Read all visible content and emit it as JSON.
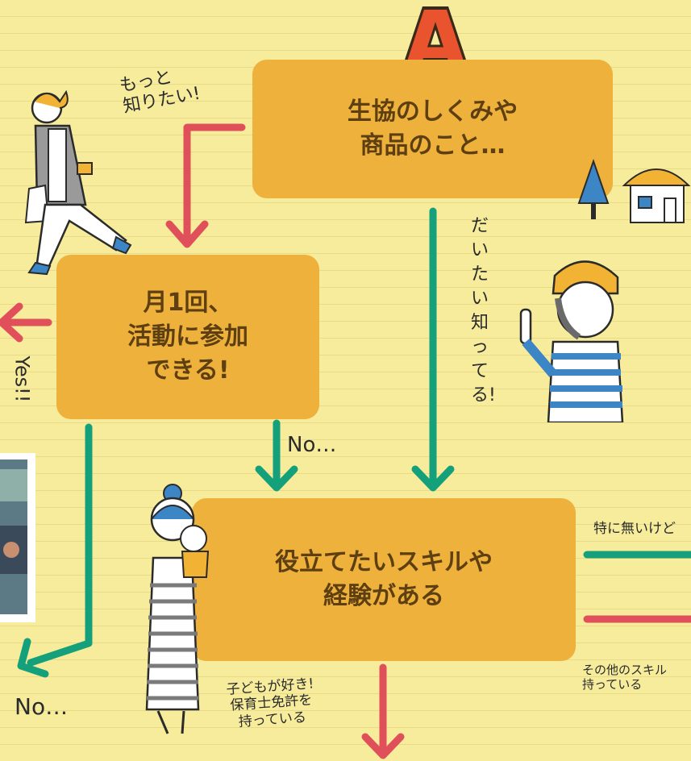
{
  "badge": "A",
  "boxes": {
    "top": "生協のしくみや\n商品のこと…",
    "middle": "月1回、\n活動に参加\nできる!",
    "bottom": "役立てたいスキルや\n経験がある"
  },
  "notes": {
    "want_to_know": "もっと\n知りたい!",
    "know_mostly": "だいたい知ってる!",
    "yes": "Yes!!",
    "no_middle": "No…",
    "no_left": "No…",
    "nothing_special": "特に無いけど",
    "other_skills": "その他のスキル\n持っている",
    "childcare": "子どもが好き!\n保育士免許を\n持っている"
  },
  "colors": {
    "background": "#f6ec9c",
    "box": "#eeb13c",
    "box_text": "#5d3f12",
    "arrow_red": "#e0505a",
    "arrow_green": "#13a07a",
    "badge": "#e9542e"
  }
}
